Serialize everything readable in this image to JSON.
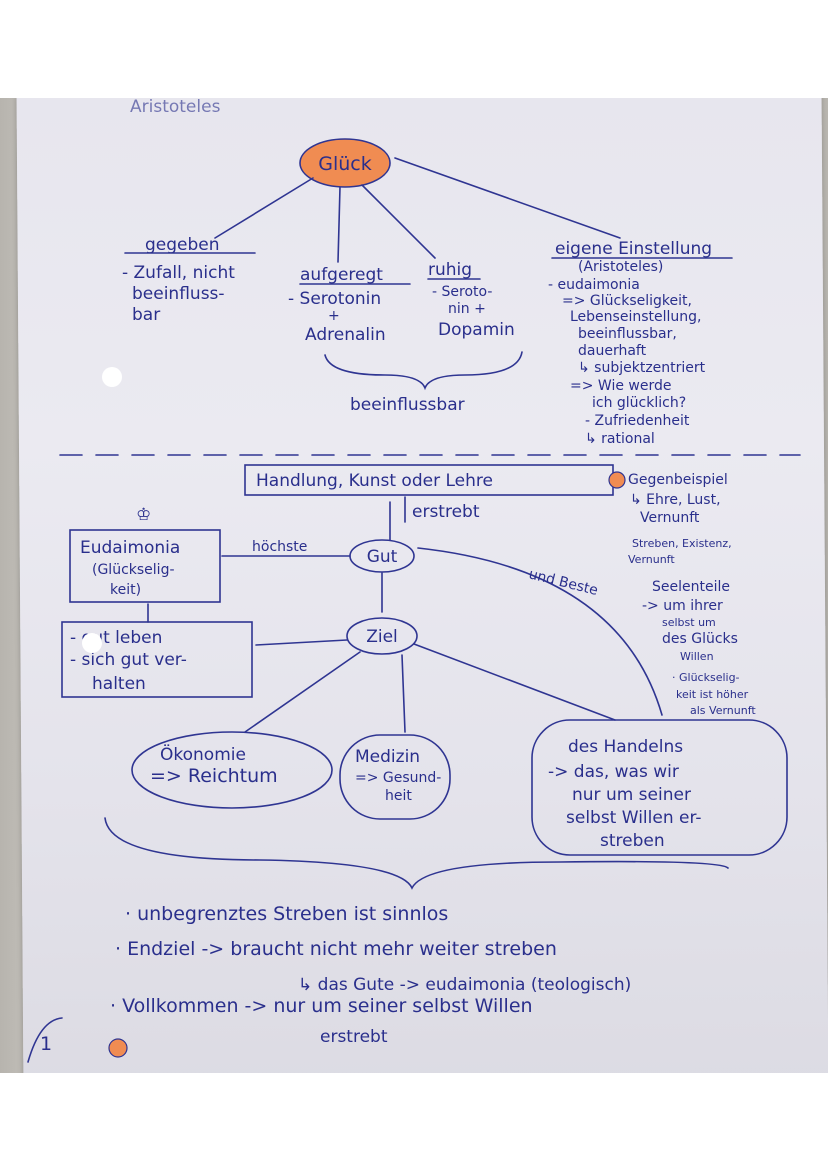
{
  "image": {
    "header_fragment": "Aristoteles",
    "center": "Glück",
    "branches": {
      "given": {
        "title": "gegeben",
        "lines": [
          "- Zufall, nicht",
          "beeinfluss-",
          "bar"
        ]
      },
      "excited": {
        "title": "aufgeregt",
        "lines": [
          "- Serotonin",
          "+",
          "Adrenalin"
        ]
      },
      "calm": {
        "title": "ruhig",
        "lines": [
          "- Seroto-",
          "nin +",
          "Dopamin"
        ]
      },
      "brace_label": "beeinflussbar",
      "own": {
        "title": "eigene Einstellung",
        "lines": [
          "(Aristoteles)",
          "- eudaimonia",
          "=> Glückseligkeit,",
          "Lebenseinstellung,",
          "beeinflussbar,",
          "dauerhaft",
          "↳ subjektzentriert",
          "=> Wie werde",
          "ich glücklich?",
          "- Zufriedenheit",
          "↳ rational"
        ]
      }
    },
    "section2": {
      "top_box": "Handlung, Kunst oder Lehre",
      "strives": "erstrebt",
      "good": "Gut",
      "highest": "höchste",
      "and_best": "und Beste",
      "eudaimonia_box": [
        "Eudaimonia",
        "(Glückselig-",
        "keit)"
      ],
      "live_box": [
        "- gut leben",
        "- sich gut ver-",
        "halten"
      ],
      "goal": "Ziel",
      "economy": [
        "Ökonomie",
        "=> Reichtum"
      ],
      "medicine": [
        "Medizin",
        "=> Gesund-",
        "heit"
      ],
      "action": [
        "des Handelns",
        "-> das, was wir",
        "nur um seiner",
        "selbst Willen er-",
        "streben"
      ],
      "counter": [
        "Gegenbeispiel",
        "↳ Ehre, Lust,",
        "Vernunft",
        "Streben, Existenz,",
        "Vernunft",
        "Seelenteile",
        "-> um ihrer",
        "selbst um",
        "des Glücks",
        "Willen",
        "· Glückselig-",
        "keit ist höher",
        "als Vernunft"
      ]
    },
    "bottom": [
      "· unbegrenztes Streben ist sinnlos",
      "· Endziel -> braucht nicht mehr weiter streben",
      "↳ das Gute -> eudaimonia (teologisch)",
      "· Vollkommen -> nur um seiner selbst Willen",
      "erstrebt"
    ],
    "page_number": "1"
  },
  "colors": {
    "ink": "#2f3592",
    "highlight": "#f08c52",
    "paper": "#e8e7ee"
  }
}
